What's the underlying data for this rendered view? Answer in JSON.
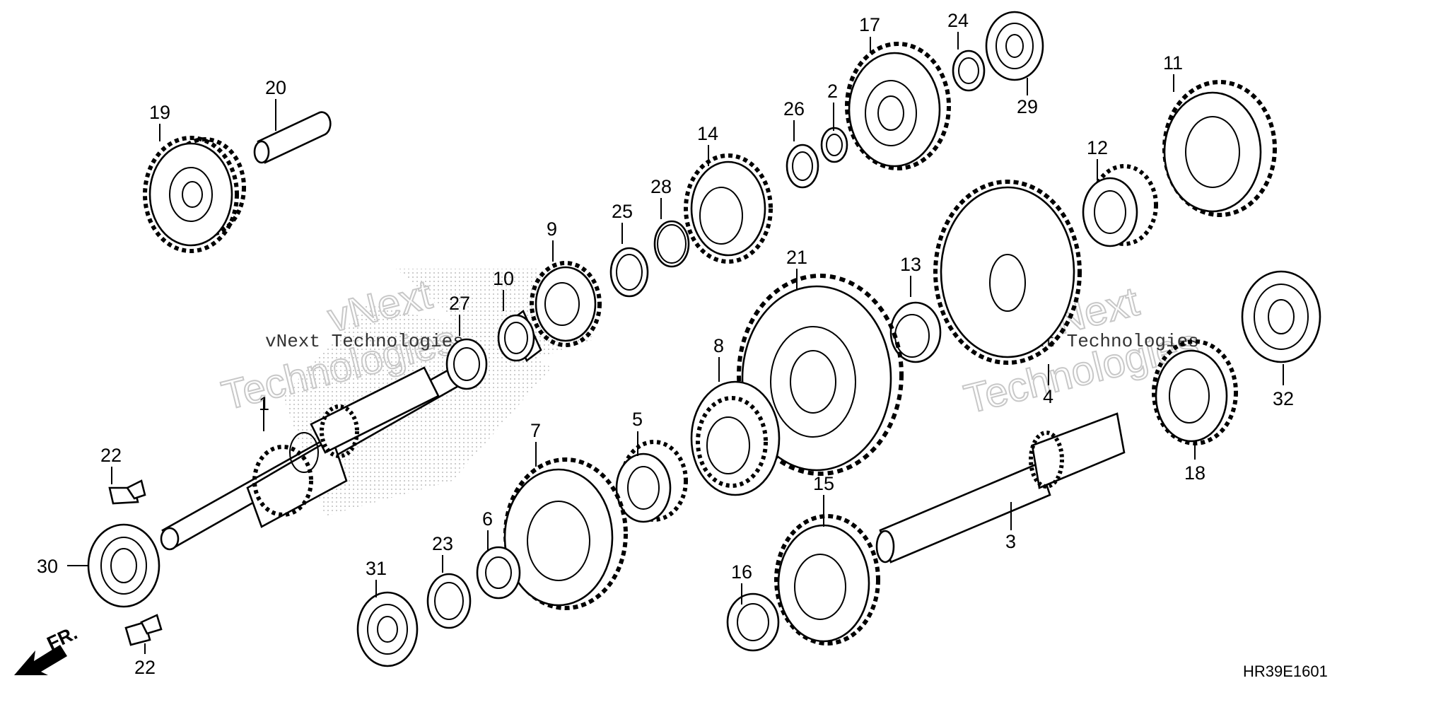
{
  "diagram_code": "HR39E1601",
  "front_indicator": "FR.",
  "watermark": {
    "line1": "vNext",
    "line2": "Technologies",
    "mono": "vNext Technologies"
  },
  "callouts": [
    "1",
    "2",
    "3",
    "4",
    "5",
    "6",
    "7",
    "8",
    "9",
    "10",
    "11",
    "12",
    "13",
    "14",
    "15",
    "16",
    "17",
    "18",
    "19",
    "20",
    "21",
    "22",
    "23",
    "24",
    "25",
    "26",
    "27",
    "28",
    "29",
    "30",
    "31",
    "32"
  ],
  "callout_22_second": "22"
}
